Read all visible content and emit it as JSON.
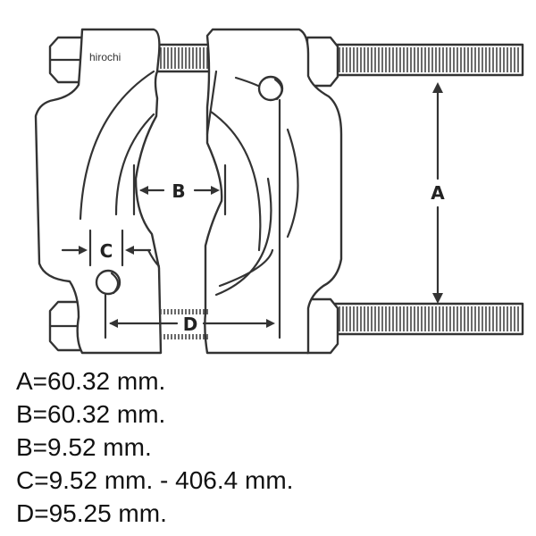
{
  "watermark": "hirochi",
  "diagram_labels": {
    "a": "A",
    "b": "B",
    "c": "C",
    "d": "D"
  },
  "specs": [
    "A=60.32 mm.",
    "B=60.32 mm.",
    "B=9.52 mm.",
    "C=9.52 mm. - 406.4 mm.",
    "D=95.25 mm."
  ]
}
